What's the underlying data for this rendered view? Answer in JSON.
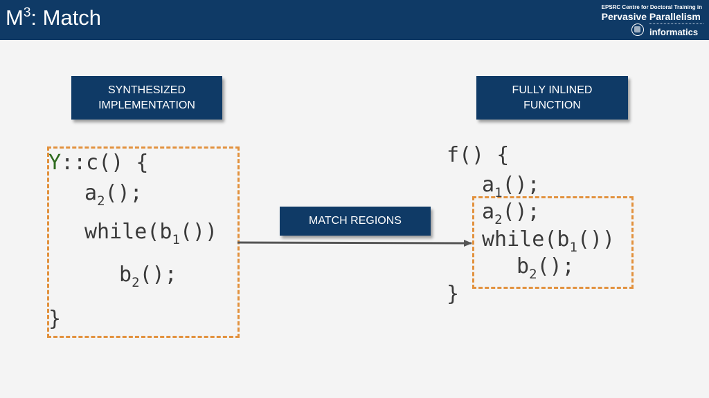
{
  "header": {
    "title_main": "M",
    "title_sup": "3",
    "title_rest": ": Match",
    "logo_line1": "EPSRC Centre for Doctoral Training in",
    "logo_line2": "Pervasive Parallelism",
    "logo_line3": "informatics"
  },
  "labels": {
    "synth_line1": "SYNTHESIZED",
    "synth_line2": "IMPLEMENTATION",
    "inlined_line1": "FULLY INLINED",
    "inlined_line2": "FUNCTION",
    "match": "MATCH REGIONS"
  },
  "left_code": {
    "sig_name": "Y",
    "sig_rest": "::c() {",
    "a_fn": "a",
    "a_sub": "2",
    "a_tail": "();",
    "while_head": "while(b",
    "while_sub": "1",
    "while_tail": "())",
    "b_fn": "b",
    "b_sub": "2",
    "b_tail": "();",
    "close": "}"
  },
  "right_code": {
    "sig": "f() {",
    "a1_fn": "a",
    "a1_sub": "1",
    "a1_tail": "();",
    "a2_fn": "a",
    "a2_sub": "2",
    "a2_tail": "();",
    "while_head": "while(b",
    "while_sub": "1",
    "while_tail": "())",
    "b_fn": "b",
    "b_sub": "2",
    "b_tail": "();",
    "close": "}"
  },
  "colors": {
    "header_bg": "#0f3a66",
    "dash": "#e2913d",
    "arrow": "#555555",
    "code_accent": "#2f6b1f"
  }
}
